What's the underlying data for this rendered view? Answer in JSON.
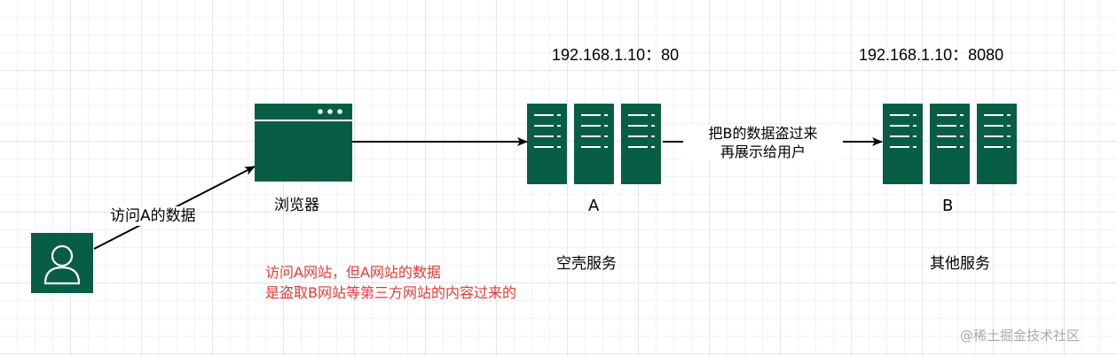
{
  "diagram": {
    "colors": {
      "icon": "#075e45",
      "arrow": "#000000",
      "note": "#e53935",
      "grid": "#e6e6e6",
      "watermark": "#a9a9a9"
    },
    "icons": {
      "user": "user-icon",
      "browser": "browser-window-icon",
      "server": "server-rack-icon"
    },
    "labels": {
      "arrow_user_to_browser": "访问A的数据",
      "browser": "浏览器",
      "server_a_ip": "192.168.1.10：80",
      "server_a_name": "A",
      "server_a_desc": "空壳服务",
      "arrow_a_to_b_line1": "把B的数据盗过来",
      "arrow_a_to_b_line2": "再展示给用户",
      "server_b_ip": "192.168.1.10：8080",
      "server_b_name": "B",
      "server_b_desc": "其他服务"
    },
    "note": {
      "line1": "访问A网站，但A网站的数据",
      "line2": "是盗取B网站等第三方网站的内容过来的"
    },
    "watermark": "@稀土掘金技术社区"
  }
}
